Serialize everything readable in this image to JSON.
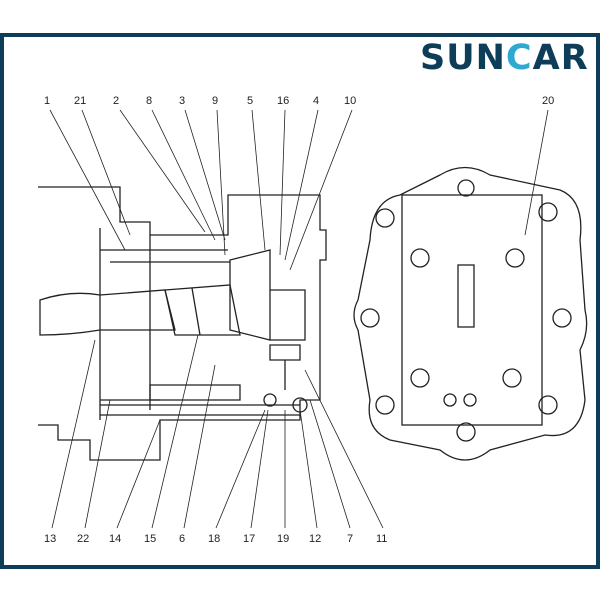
{
  "logo": {
    "part1": "SUN",
    "part2": "C",
    "part3": "AR"
  },
  "labels_top": [
    "1",
    "21",
    "2",
    "8",
    "3",
    "9",
    "5",
    "16",
    "4",
    "10",
    "20"
  ],
  "labels_bottom": [
    "13",
    "22",
    "14",
    "15",
    "6",
    "18",
    "17",
    "19",
    "12",
    "7",
    "11"
  ]
}
